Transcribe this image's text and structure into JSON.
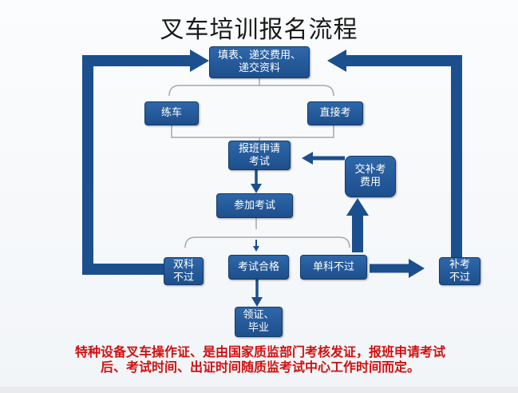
{
  "title": "叉车培训报名流程",
  "nodes": {
    "register": {
      "line1": "填表、递交费用、",
      "line2": "递交资料"
    },
    "practice": "练车",
    "direct_exam": "直接考",
    "apply_exam": {
      "line1": "报班申请",
      "line2": "考试"
    },
    "make_up_fee": {
      "line1": "交补考",
      "line2": "费用"
    },
    "take_exam": "参加考试",
    "both_fail": {
      "line1": "双科",
      "line2": "不过"
    },
    "pass": "考试合格",
    "single_fail": "单科不过",
    "retake": {
      "line1": "补考",
      "line2": "不过"
    },
    "certificate": {
      "line1": "领证、",
      "line2": "毕业"
    }
  },
  "note": {
    "line1": "特种设备叉车操作证、是由国家质监部门考核发证，报班申请考试",
    "line2": "后、考试时间、出证时间随质监考试中心工作时间而定。"
  },
  "colors": {
    "box": "#1f5592",
    "arrow": "#1b4f8e",
    "note": "#d10f0f"
  }
}
